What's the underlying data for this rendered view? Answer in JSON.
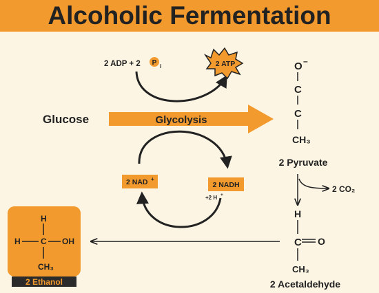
{
  "title": "Alcoholic Fermentation",
  "inputs": {
    "adp": "2 ADP + 2",
    "pi": "P",
    "pi_sub": "i",
    "atp": "2 ATP",
    "glucose": "Glucose",
    "glycolysis": "Glycolysis",
    "nad": "2 NAD",
    "nad_sup": "+",
    "nadh": "2 NADH",
    "h_plus": "+2 H",
    "h_sup": "+"
  },
  "pyruvate": {
    "o": "O",
    "charge": "–",
    "c1": "C",
    "c2": "C",
    "ch3": "CH₃",
    "label": "2 Pyruvate"
  },
  "co2": "2 CO₂",
  "acetaldehyde": {
    "h": "H",
    "c": "C",
    "o": "O",
    "ch3": "CH₃",
    "label": "2 Acetaldehyde"
  },
  "ethanol": {
    "h_top": "H",
    "h_left": "H",
    "c": "C",
    "oh": "OH",
    "ch3": "CH₃",
    "label": "2 Ethanol"
  },
  "colors": {
    "accent": "#f29a2e",
    "background": "#fdf5e3",
    "text": "#222222",
    "label_box": "#2b2b2b"
  }
}
